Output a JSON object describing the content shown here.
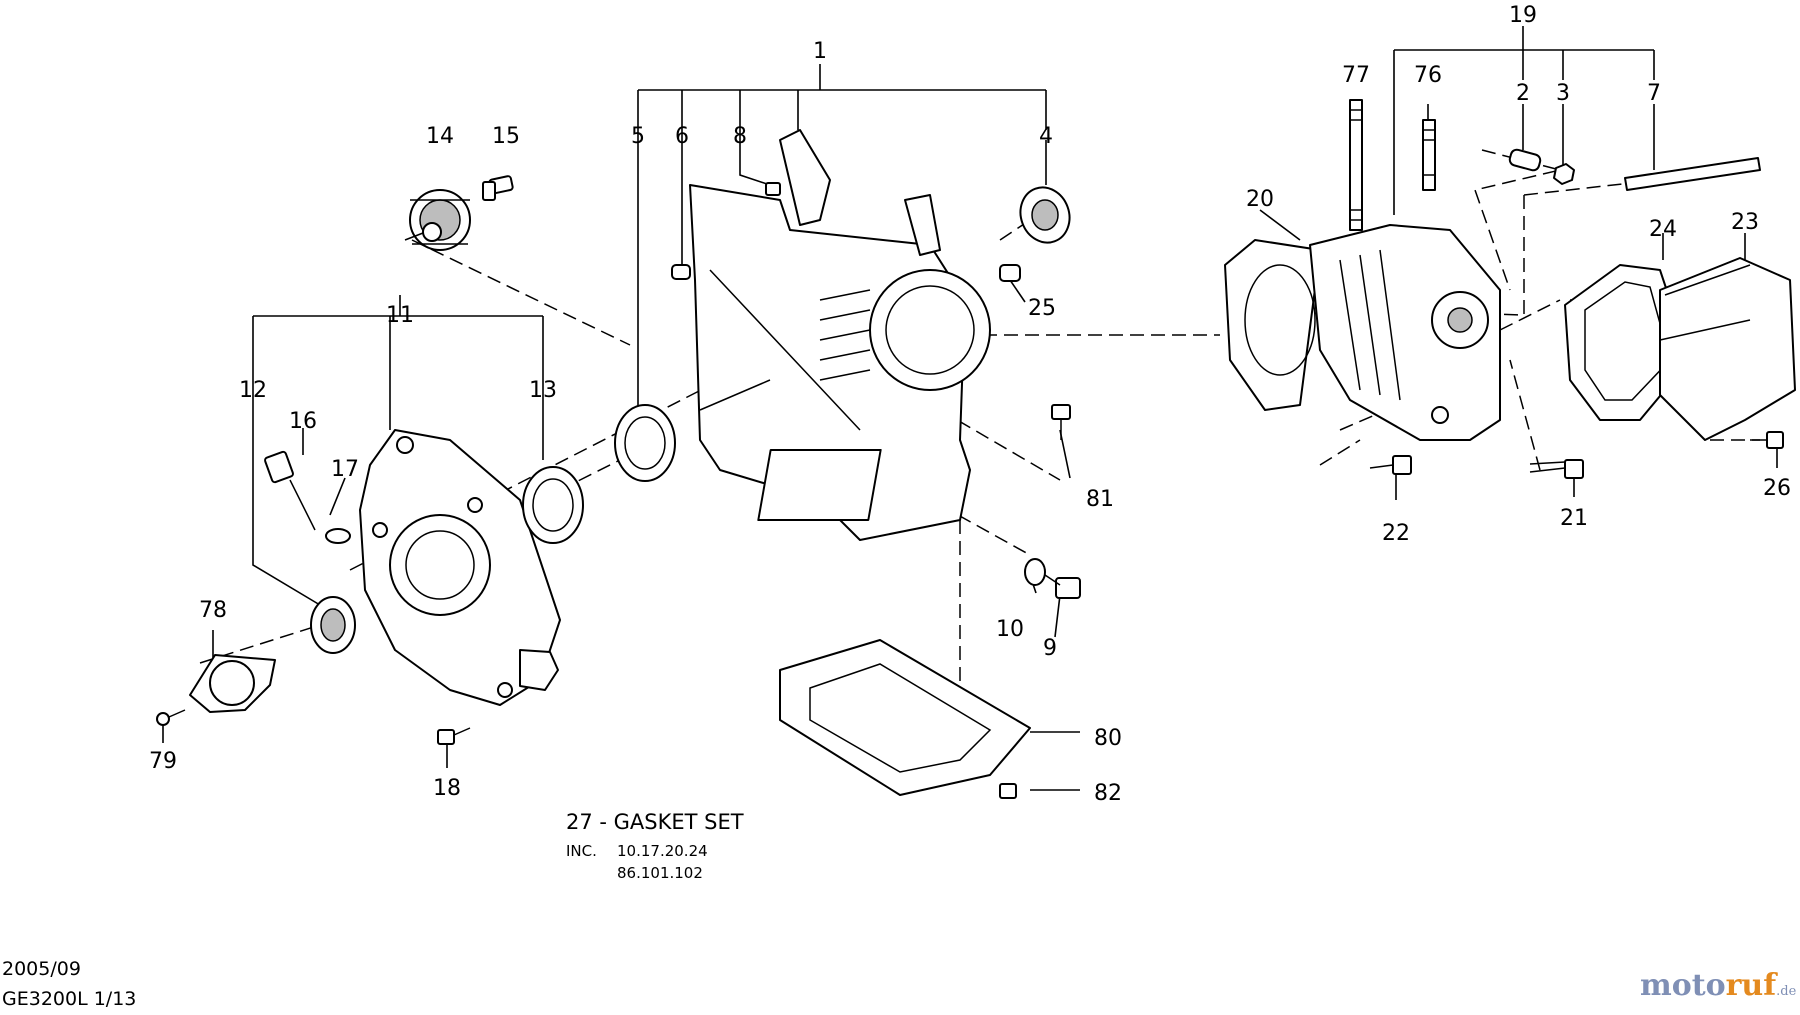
{
  "diagram": {
    "callouts": [
      {
        "id": "c1",
        "text": "1"
      },
      {
        "id": "c2",
        "text": "2"
      },
      {
        "id": "c3",
        "text": "3"
      },
      {
        "id": "c4",
        "text": "4"
      },
      {
        "id": "c5",
        "text": "5"
      },
      {
        "id": "c6",
        "text": "6"
      },
      {
        "id": "c7",
        "text": "7"
      },
      {
        "id": "c8",
        "text": "8"
      },
      {
        "id": "c9",
        "text": "9"
      },
      {
        "id": "c10",
        "text": "10"
      },
      {
        "id": "c11",
        "text": "11"
      },
      {
        "id": "c12",
        "text": "12"
      },
      {
        "id": "c13",
        "text": "13"
      },
      {
        "id": "c14",
        "text": "14"
      },
      {
        "id": "c15",
        "text": "15"
      },
      {
        "id": "c16",
        "text": "16"
      },
      {
        "id": "c17",
        "text": "17"
      },
      {
        "id": "c18",
        "text": "18"
      },
      {
        "id": "c19",
        "text": "19"
      },
      {
        "id": "c20",
        "text": "20"
      },
      {
        "id": "c21",
        "text": "21"
      },
      {
        "id": "c22",
        "text": "22"
      },
      {
        "id": "c23",
        "text": "23"
      },
      {
        "id": "c24",
        "text": "24"
      },
      {
        "id": "c25",
        "text": "25"
      },
      {
        "id": "c26",
        "text": "26"
      },
      {
        "id": "c76",
        "text": "76"
      },
      {
        "id": "c77",
        "text": "77"
      },
      {
        "id": "c78",
        "text": "78"
      },
      {
        "id": "c79",
        "text": "79"
      },
      {
        "id": "c80",
        "text": "80"
      },
      {
        "id": "c81",
        "text": "81"
      },
      {
        "id": "c82",
        "text": "82"
      }
    ]
  },
  "gasket_note": {
    "title": "27 - GASKET SET",
    "inc_label": "INC.",
    "inc_line_1": "10.17.20.24",
    "inc_line_2": "86.101.102"
  },
  "footer": {
    "date": "2005/09",
    "model_page": "GE3200L 1/13"
  },
  "watermark": {
    "part_a": "moto",
    "part_b": "ruf",
    "part_c": ".de"
  },
  "colors": {
    "watermark_blue": "#7f8fb5",
    "watermark_orange": "#e48a1f",
    "line": "#000000",
    "background": "#ffffff"
  }
}
